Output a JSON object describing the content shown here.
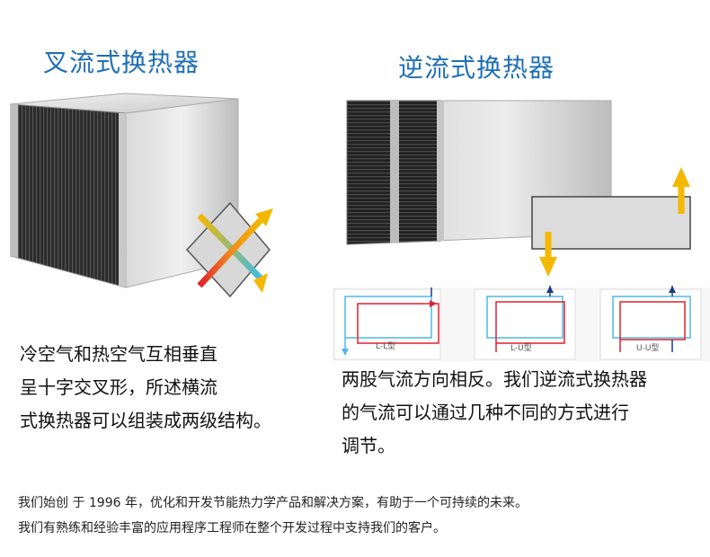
{
  "left": {
    "title": "叉流式换热器",
    "desc": [
      "冷空气和热空气互相垂直",
      "呈十字交叉形，所述横流",
      "式换热器可以组装成两级结构。"
    ]
  },
  "right": {
    "title": "逆流式换热器",
    "configs": [
      {
        "label": "L-L型"
      },
      {
        "label": "L-U型"
      },
      {
        "label": "U-U型"
      }
    ],
    "desc": [
      "两股气流方向相反。我们逆流式换热器",
      "的气流可以通过几种不同的方式进行",
      "调节。"
    ]
  },
  "footer": [
    "我们始创 于 1996 年，优化和开发节能热力学产品和解决方案，有助于一个可持续的未来。",
    "我们有熟练和经验丰富的应用程序工程师在整个开发过程中支持我们的客户。"
  ],
  "colors": {
    "title": "#1f6fb5",
    "hot": "#e0212e",
    "cold": "#3bbbe6",
    "warm": "#f5b800"
  }
}
